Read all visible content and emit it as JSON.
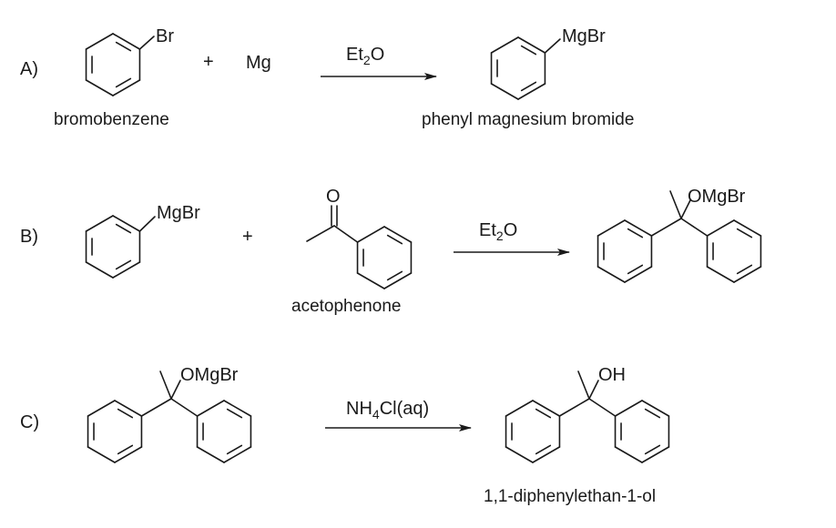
{
  "title": "Grignard synthesis of 1,1-diphenylethan-1-ol",
  "reactions": [
    {
      "label": "A)",
      "reactants": [
        {
          "structure": "bromobenzene",
          "substituent": "Br",
          "name": "bromobenzene"
        },
        {
          "plus": "+"
        },
        {
          "text": "Mg"
        }
      ],
      "reagent": {
        "main": "Et",
        "sub": "2",
        "tail": "O"
      },
      "product": {
        "structure": "phenyl-mgbr",
        "substituent": "MgBr",
        "name": "phenyl magnesium bromide"
      }
    },
    {
      "label": "B)",
      "reactants": [
        {
          "structure": "phenyl-mgbr",
          "substituent": "MgBr",
          "name": ""
        },
        {
          "plus": "+"
        },
        {
          "structure": "acetophenone",
          "carbonyl_atom": "O",
          "name": "acetophenone"
        }
      ],
      "reagent": {
        "main": "Et",
        "sub": "2",
        "tail": "O"
      },
      "product": {
        "structure": "diphenyl-alkoxide",
        "substituent": "OMgBr",
        "name": ""
      }
    },
    {
      "label": "C)",
      "reactants": [
        {
          "structure": "diphenyl-alkoxide",
          "substituent": "OMgBr",
          "name": ""
        }
      ],
      "reagent": {
        "main": "NH",
        "sub": "4",
        "tail": "Cl(aq)"
      },
      "product": {
        "structure": "diphenyl-alcohol",
        "substituent": "OH",
        "name": "1,1-diphenylethan-1-ol"
      }
    }
  ]
}
